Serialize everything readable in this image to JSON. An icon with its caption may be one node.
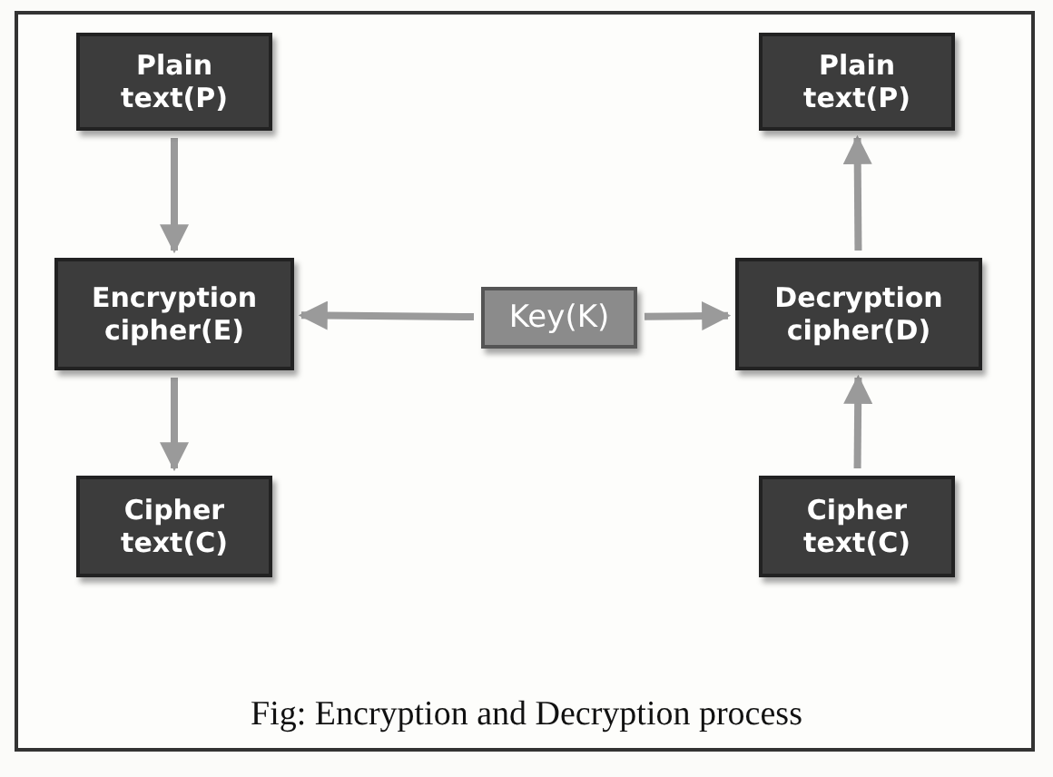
{
  "diagram": {
    "caption": "Fig: Encryption and Decryption process",
    "nodes": [
      {
        "text": [
          "Plain text(P)"
        ]
      },
      {
        "text": [
          "Encryption cipher(E)"
        ]
      },
      {
        "text": [
          "Cipher text(C)"
        ]
      },
      {
        "text": [
          "Key(K)"
        ]
      },
      {
        "text": [
          "Plain text(P)"
        ]
      },
      {
        "text": [
          "Decryption cipher(D)"
        ]
      },
      {
        "text": [
          "Cipher text(C)"
        ]
      }
    ],
    "edges": [
      {
        "from": 0,
        "to": 1,
        "arrow": "to"
      },
      {
        "from": 1,
        "to": 2,
        "arrow": "to"
      },
      {
        "from": 3,
        "to": 1,
        "arrow": "to"
      },
      {
        "from": 3,
        "to": 5,
        "arrow": "to"
      },
      {
        "from": 5,
        "to": 4,
        "arrow": "to"
      },
      {
        "from": 6,
        "to": 5,
        "arrow": "to"
      }
    ]
  }
}
